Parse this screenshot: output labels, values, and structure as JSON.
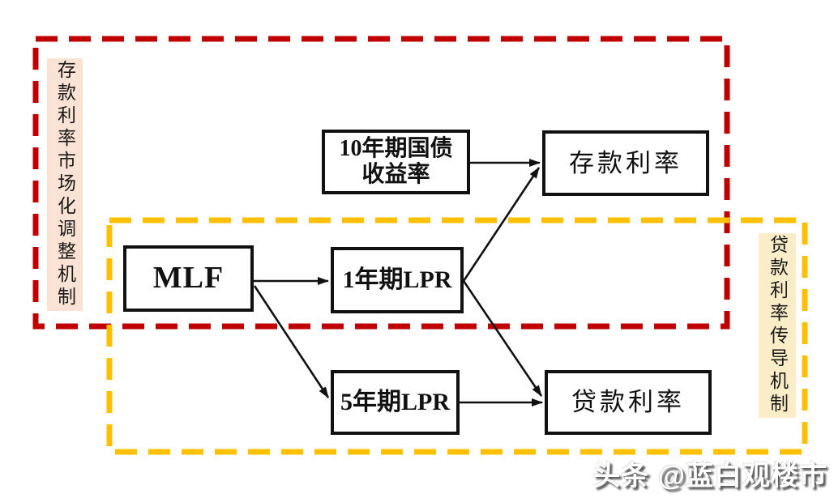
{
  "colors": {
    "region_deposit_border": "#C00000",
    "region_loan_border": "#FFC000",
    "deposit_label_bg": "#FAE3D5",
    "loan_label_bg": "#FAEDC7",
    "node_border": "#111111",
    "arrow": "#111111"
  },
  "regions": {
    "deposit": {
      "label": "存款利率市场化调整机制",
      "border_style": "dashed"
    },
    "loan": {
      "label": "贷款利率传导机制",
      "border_style": "dashed"
    }
  },
  "nodes": {
    "treasury": {
      "line1": "10年期国债",
      "line2": "收益率"
    },
    "deposit_rate": {
      "label": "存款利率"
    },
    "mlf": {
      "label": "MLF"
    },
    "lpr1y": {
      "label": "1年期LPR"
    },
    "lpr5y": {
      "label": "5年期LPR"
    },
    "loan_rate": {
      "label": "贷款利率"
    }
  },
  "edges": [
    {
      "from": "10年期国债收益率",
      "to": "存款利率"
    },
    {
      "from": "1年期LPR",
      "to": "存款利率"
    },
    {
      "from": "MLF",
      "to": "1年期LPR"
    },
    {
      "from": "MLF",
      "to": "5年期LPR"
    },
    {
      "from": "1年期LPR",
      "to": "贷款利率"
    },
    {
      "from": "5年期LPR",
      "to": "贷款利率"
    }
  ],
  "watermark": {
    "text": "头条 @蓝白观楼市"
  }
}
